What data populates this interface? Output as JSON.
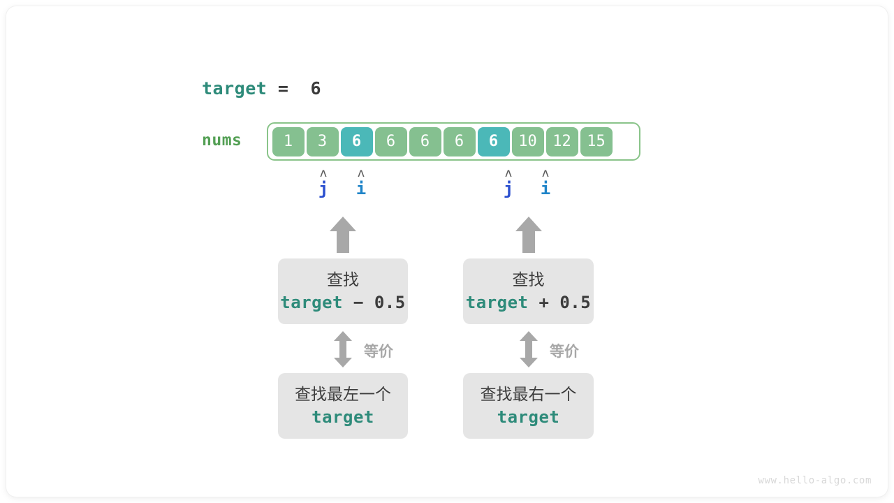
{
  "diagram": {
    "target_line": {
      "var": "target",
      "eq": "=",
      "value": "6"
    },
    "array": {
      "label": "nums",
      "cells": [
        {
          "value": "1",
          "highlighted": false
        },
        {
          "value": "3",
          "highlighted": false
        },
        {
          "value": "6",
          "highlighted": true
        },
        {
          "value": "6",
          "highlighted": false
        },
        {
          "value": "6",
          "highlighted": false
        },
        {
          "value": "6",
          "highlighted": false
        },
        {
          "value": "6",
          "highlighted": true
        },
        {
          "value": "10",
          "highlighted": false
        },
        {
          "value": "12",
          "highlighted": false
        },
        {
          "value": "15",
          "highlighted": false
        }
      ]
    },
    "markers": [
      {
        "name": "j",
        "caret": "ʌ",
        "index": 1,
        "color": "#2b4fcf"
      },
      {
        "name": "i",
        "caret": "ʌ",
        "index": 2,
        "color": "#1f84c8"
      },
      {
        "name": "j",
        "caret": "ʌ",
        "index": 6,
        "color": "#2b4fcf"
      },
      {
        "name": "i",
        "caret": "ʌ",
        "index": 7,
        "color": "#1f84c8"
      }
    ],
    "left_branch": {
      "upper_box": {
        "line1": "查找",
        "var": "target",
        "op": " − 0.5"
      },
      "equiv_label": "等价",
      "lower_box": {
        "line1": "查找最左一个",
        "var": "target"
      }
    },
    "right_branch": {
      "upper_box": {
        "line1": "查找",
        "var": "target",
        "op": " + 0.5"
      },
      "equiv_label": "等价",
      "lower_box": {
        "line1": "查找最右一个",
        "var": "target"
      }
    },
    "watermark": "www.hello-algo.com",
    "colors": {
      "target_teal": "#2e8b7a",
      "nums_green": "#54a055",
      "cell_green": "#85c090",
      "cell_highlight": "#4bb8b8",
      "box_gray": "#e5e5e5",
      "arrow_gray": "#a8a8a8",
      "text_dark": "#3c3c3c",
      "pointer_j_blue": "#2b4fcf",
      "pointer_i_blue": "#1f84c8"
    }
  }
}
